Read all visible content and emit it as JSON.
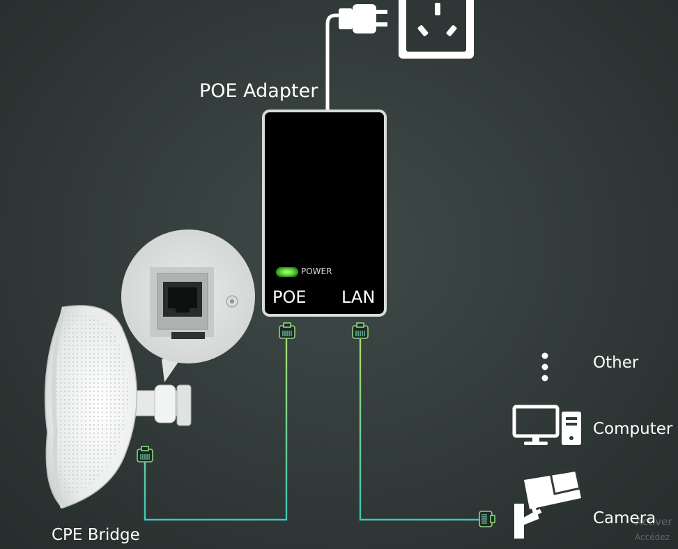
{
  "adapter": {
    "title": "POE Adapter",
    "power_label": "POWER",
    "port_poe": "POE",
    "port_lan": "LAN"
  },
  "devices": {
    "cpe_bridge": "CPE Bridge",
    "other": "Other",
    "computer": "Computer",
    "camera": "Camera"
  },
  "watermark": {
    "line1": "Activer",
    "line2": "Accédez"
  },
  "colors": {
    "background": "#313a39",
    "cable_green": "#9fd86a",
    "cable_teal": "#3cc7b5",
    "power_led": "#6ee04a",
    "adapter_body": "#000000",
    "adapter_border": "#d8dcd9"
  }
}
